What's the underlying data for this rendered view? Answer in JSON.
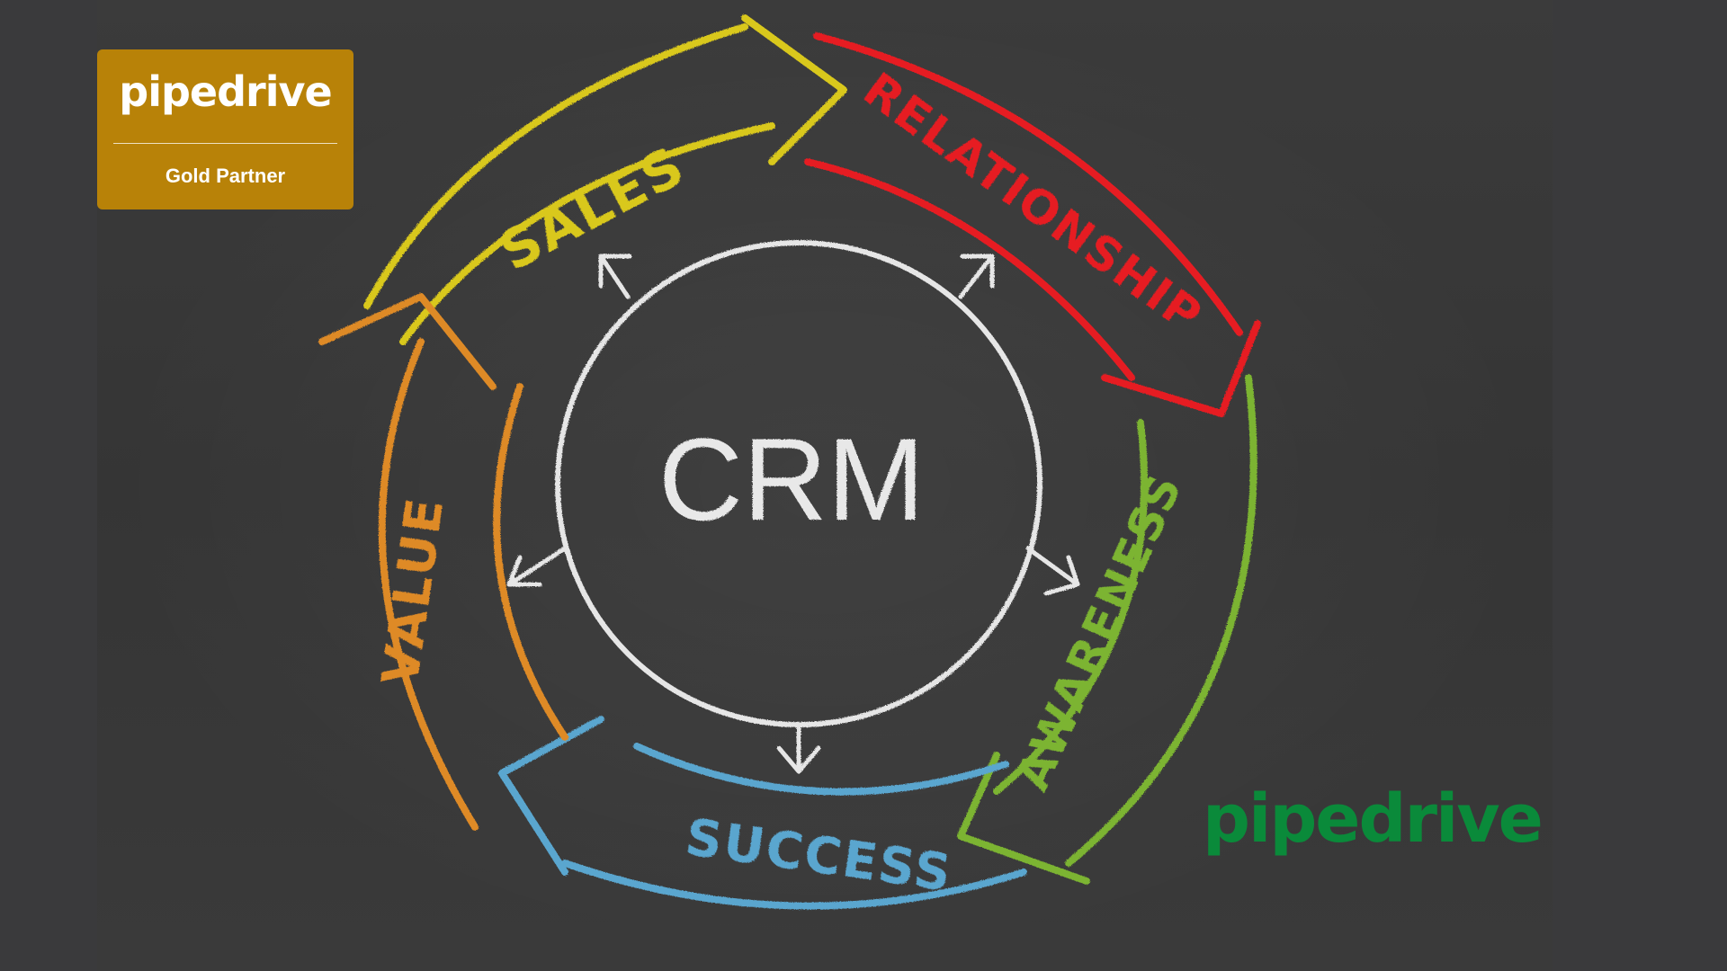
{
  "badge": {
    "logo_text": "pipedrive",
    "subtitle": "Gold Partner",
    "color": "#b88208"
  },
  "corner_logo": {
    "text": "pipedrive",
    "color": "#0a8a3a"
  },
  "diagram": {
    "center_label": "CRM",
    "cycle": [
      {
        "label": "SALES",
        "color": "#d9c81e"
      },
      {
        "label": "RELATIONSHIP",
        "color": "#e61f24"
      },
      {
        "label": "AWARENESS",
        "color": "#7bb431"
      },
      {
        "label": "SUCCESS",
        "color": "#5aa6cf"
      },
      {
        "label": "VALUE",
        "color": "#de8a28"
      }
    ]
  }
}
